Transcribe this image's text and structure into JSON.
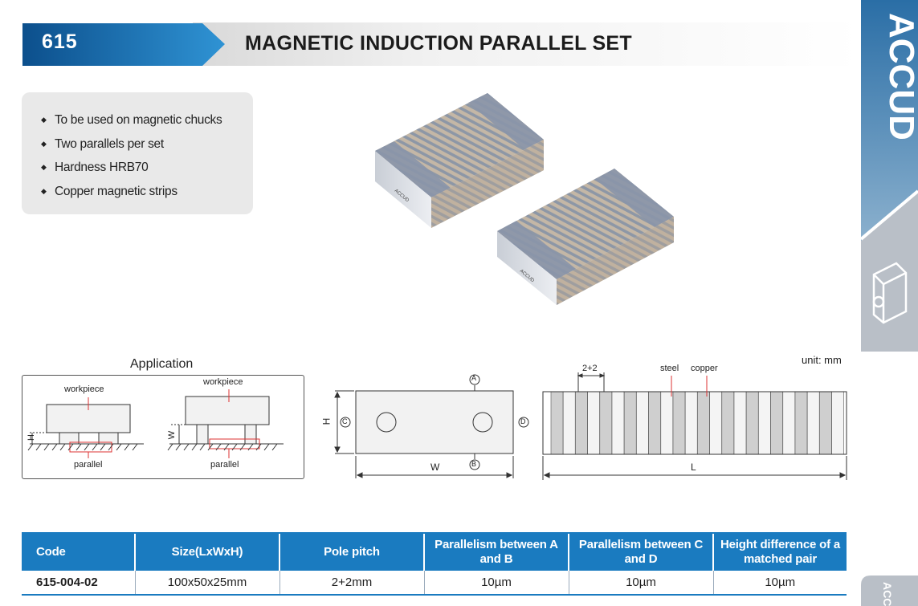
{
  "header": {
    "code": "615",
    "title": "MAGNETIC INDUCTION PARALLEL SET"
  },
  "features": [
    "To be used on magnetic chucks",
    "Two parallels per set",
    "Hardness HRB70",
    "Copper magnetic strips"
  ],
  "side_brand": "ACCUD",
  "side_tab": "ACC",
  "product_brand": "ACCUD",
  "application": {
    "title": "Application",
    "left": {
      "workpiece": "workpiece",
      "dim": "H",
      "parallel": "parallel"
    },
    "right": {
      "workpiece": "workpiece",
      "dim": "W",
      "parallel": "parallel"
    }
  },
  "drawing_front": {
    "a": "A",
    "b": "B",
    "c": "C",
    "d": "D",
    "h": "H",
    "w": "W"
  },
  "drawing_top": {
    "pitch": "2+2",
    "steel": "steel",
    "copper": "copper",
    "l": "L",
    "unit": "unit: mm"
  },
  "table": {
    "headers": [
      "Code",
      "Size(LxWxH)",
      "Pole pitch",
      "Parallelism between A and B",
      "Parallelism between C and D",
      "Height difference of a matched pair"
    ],
    "rows": [
      [
        "615-004-02",
        "100x50x25mm",
        "2+2mm",
        "10µm",
        "10µm",
        "10µm"
      ]
    ]
  },
  "colors": {
    "accent": "#1a7bc0",
    "header_gradient_end": "#e8e8e8",
    "panel": "#e9e9e9",
    "side": "#b9bfc7"
  }
}
